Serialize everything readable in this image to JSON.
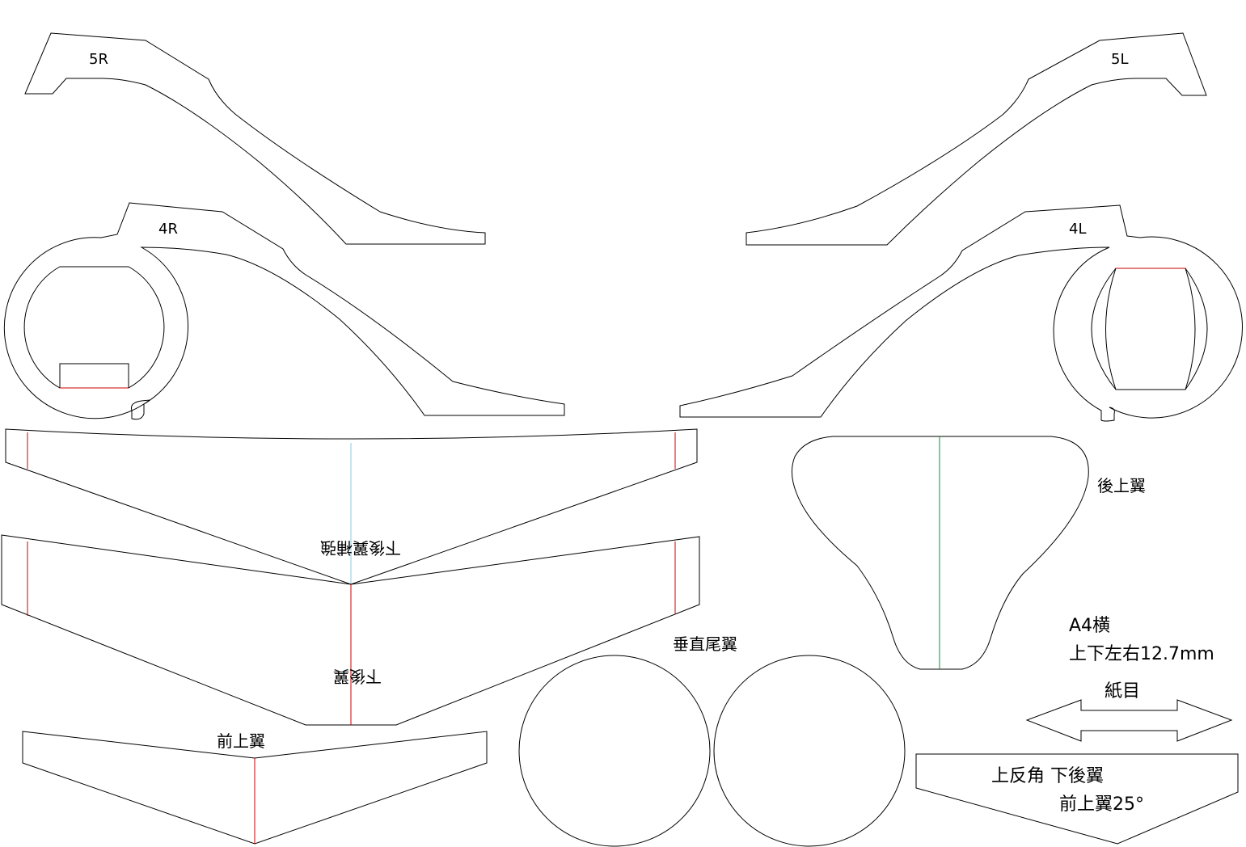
{
  "parts": {
    "r5": "5R",
    "l5": "5L",
    "r4": "4R",
    "l4": "4L",
    "lower_rear_wing_reinforcement": "下後翼補強",
    "lower_rear_wing": "下後翼",
    "front_upper_wing": "前上翼",
    "vertical_tail": "垂直尾翼",
    "rear_upper_wing": "後上翼"
  },
  "print_notes": {
    "paper": "A4横",
    "margins": "上下左右12.7mm",
    "grain": "紙目"
  },
  "dihedral_gauge": {
    "line1": "上反角 下後翼",
    "line2": "前上翼25°"
  },
  "colors": {
    "outline": "#000000",
    "fold_red": "#cc0000",
    "fold_blue": "#8fc9dc",
    "fold_green": "#009933"
  }
}
